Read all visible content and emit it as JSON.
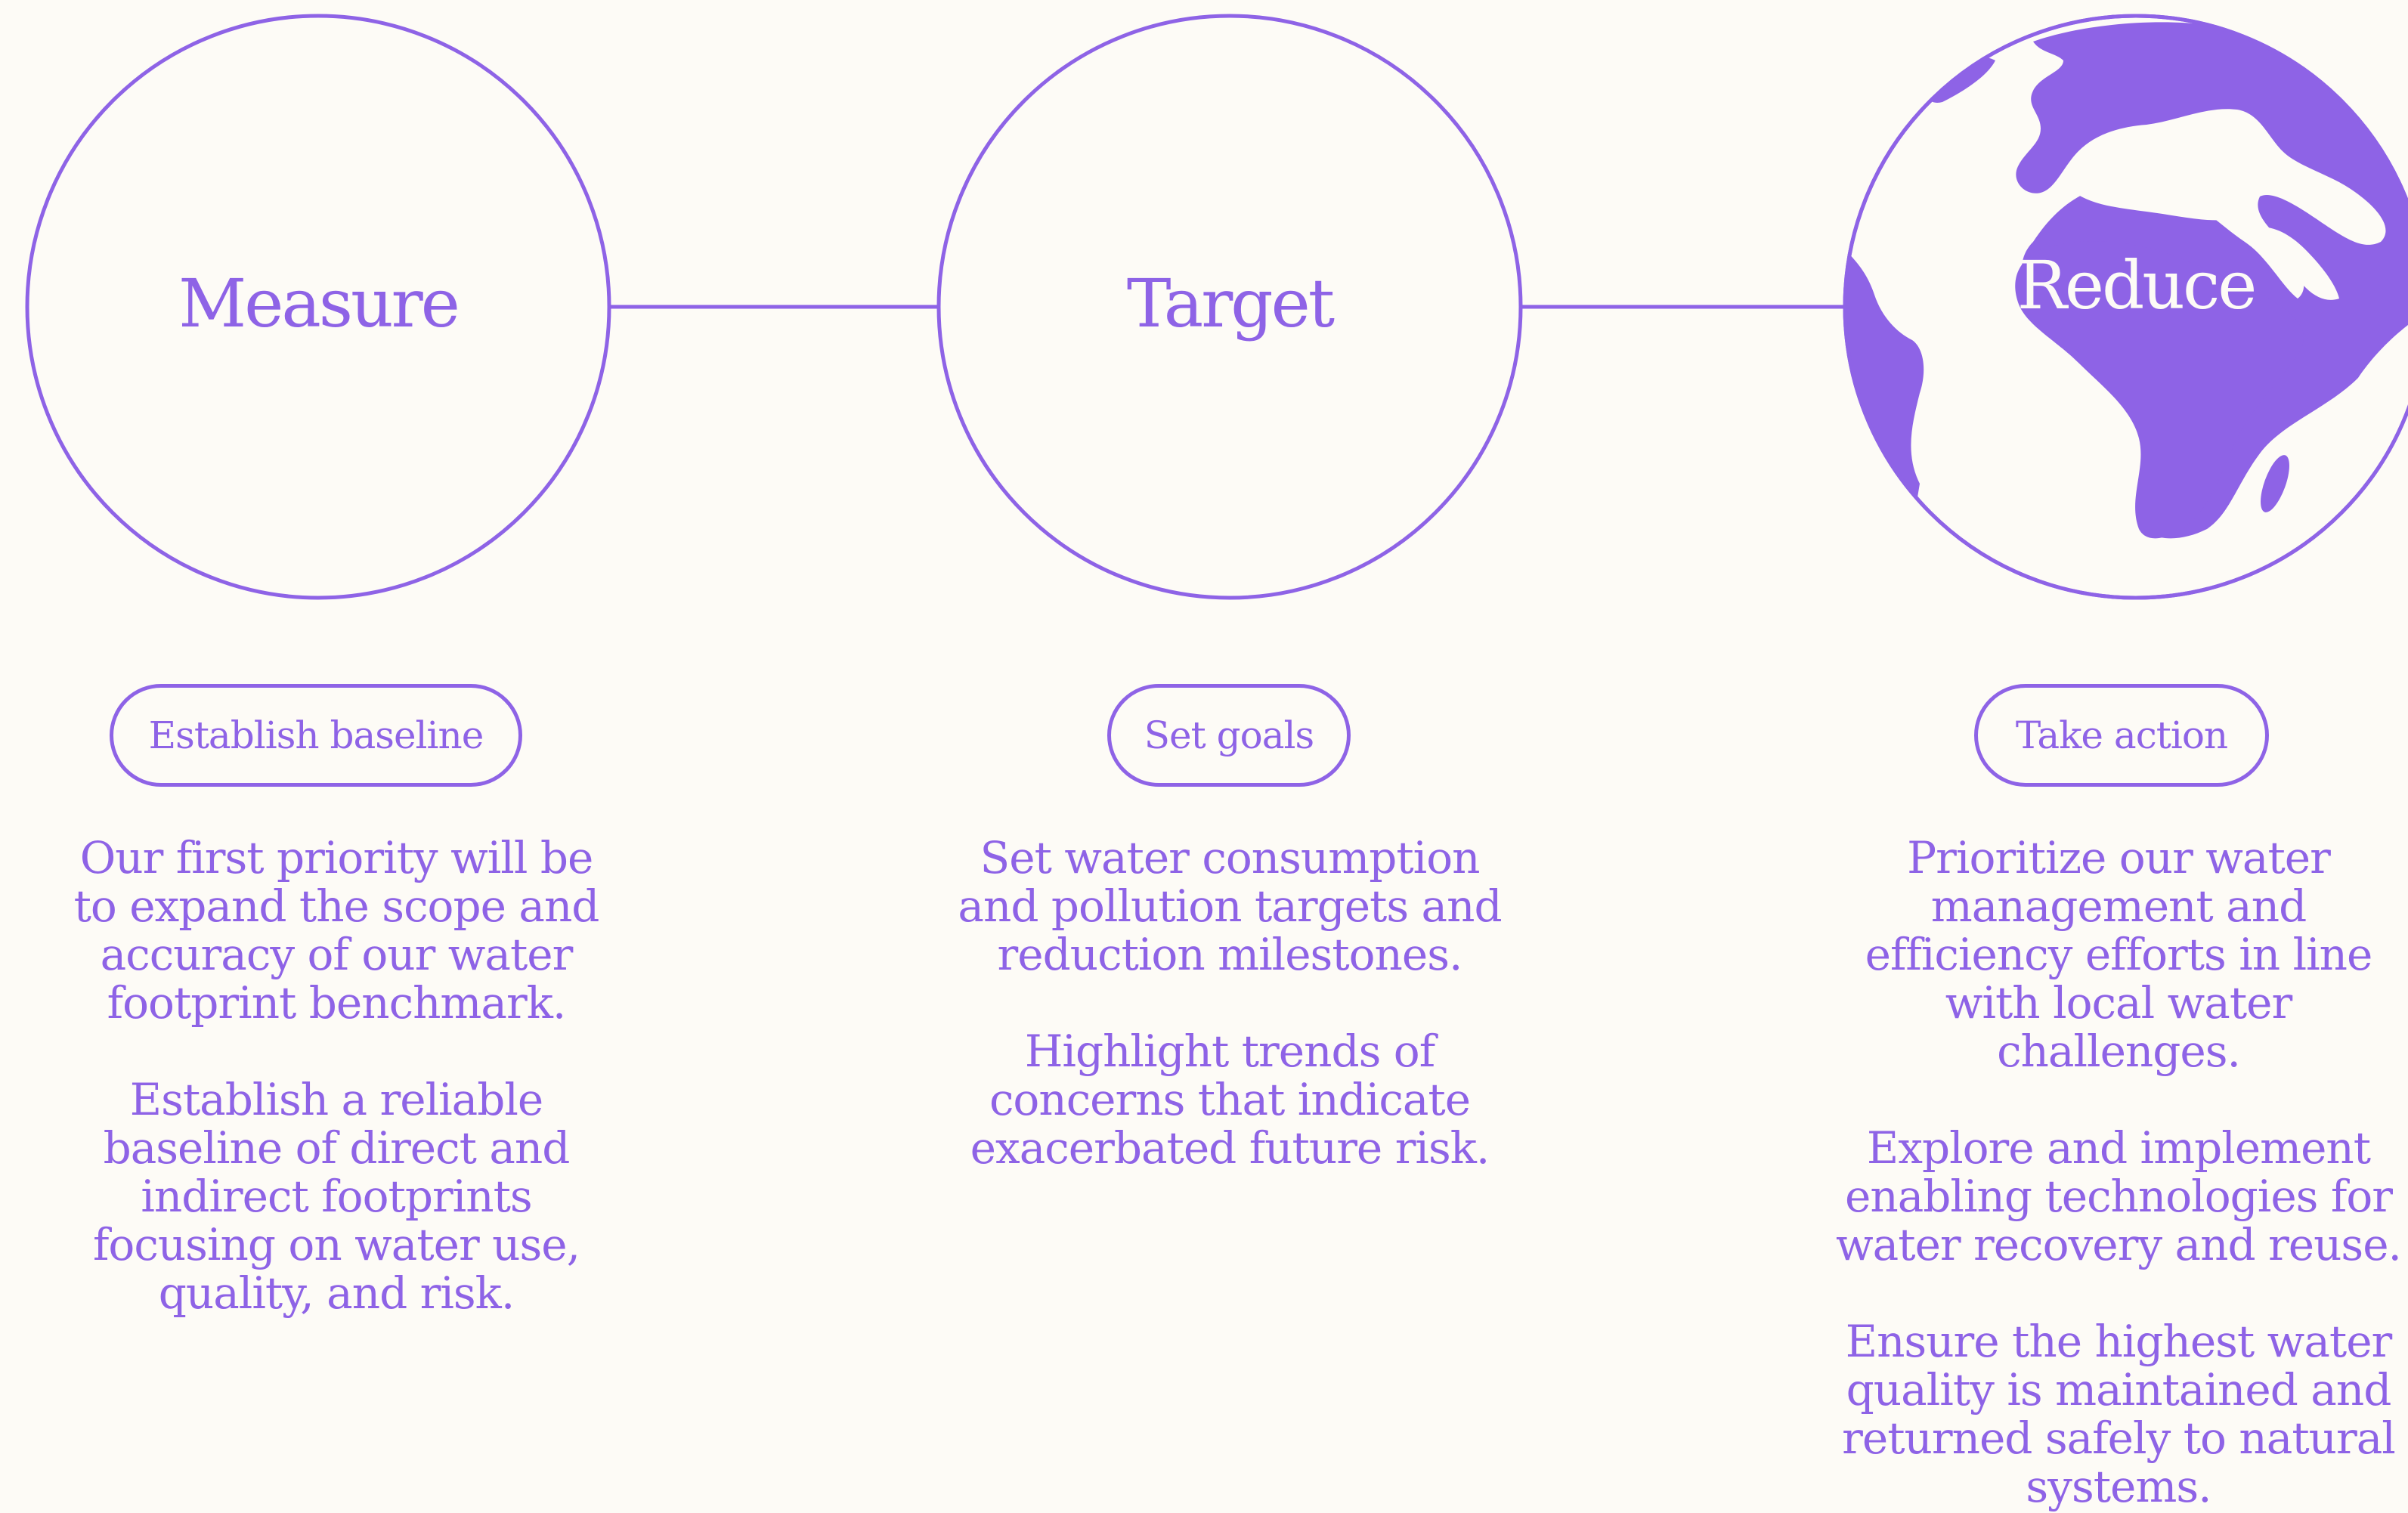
{
  "colors": {
    "accent": "#8e63e6",
    "background": "#fdfbf6",
    "globe_land": "#fdfbf6"
  },
  "stages": [
    {
      "title": "Measure",
      "pill": "Establish baseline",
      "paragraphs": [
        "Our first priority will be to expand the scope and accuracy of our water footprint benchmark.",
        "Establish a reliable baseline of direct and indirect footprints focusing on water use, quality, and risk."
      ]
    },
    {
      "title": "Target",
      "pill": "Set goals",
      "paragraphs": [
        "Set water consumption and pollution targets and reduction milestones.",
        "Highlight trends of concerns that indicate exacerbated future risk."
      ]
    },
    {
      "title": "Reduce",
      "pill": "Take action",
      "icon": "globe-icon",
      "paragraphs": [
        "Prioritize our water management and efficiency efforts in line with local water challenges.",
        "Explore and implement enabling technologies for water recovery and reuse.",
        "Ensure the highest water quality is maintained and returned safely to natural systems."
      ]
    }
  ]
}
